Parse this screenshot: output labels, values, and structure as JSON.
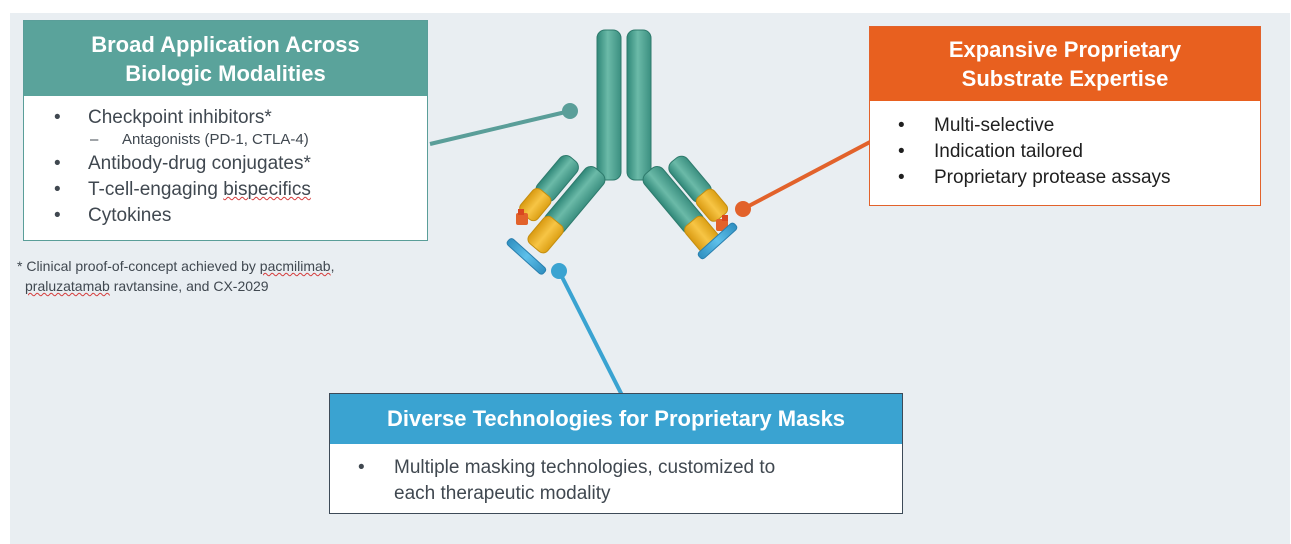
{
  "left_box": {
    "title_line1": "Broad Application Across",
    "title_line2": "Biologic Modalities",
    "bullet_char": "•",
    "dash_char": "–",
    "items": [
      {
        "text": "Checkpoint inhibitors*"
      },
      {
        "text": "Antagonists (PD-1, CTLA-4)"
      },
      {
        "text": "Antibody-drug conjugates*"
      },
      {
        "text_before": "T-cell-engaging ",
        "text_underlined": "bispecifics"
      },
      {
        "text": "Cytokines"
      }
    ],
    "header_color": "#5aa39b"
  },
  "footnote": {
    "line1_before": "* Clinical proof-of-concept achieved by ",
    "line1_underlined": "pacmilimab",
    "line1_after": ",",
    "line2_underlined": "praluzatamab",
    "line2_after": " ravtansine, and CX-2029"
  },
  "right_box": {
    "title_line1": "Expansive Proprietary",
    "title_line2": "Substrate Expertise",
    "bullet_char": "•",
    "items": [
      "Multi-selective",
      "Indication tailored",
      "Proprietary protease assays"
    ],
    "header_color": "#e8601f"
  },
  "bottom_box": {
    "title": "Diverse Technologies for Proprietary Masks",
    "bullet_char": "•",
    "item_line1": "Multiple masking technologies, customized to",
    "item_line2": "each therapeutic modality",
    "header_color": "#3aa3d1"
  },
  "antibody": {
    "icon": "antibody-icon",
    "body_color": "#4fa090",
    "hinge_color": "#f2b21a",
    "substrate_color": "#e2622b",
    "mask_color": "#3aa3d1"
  }
}
